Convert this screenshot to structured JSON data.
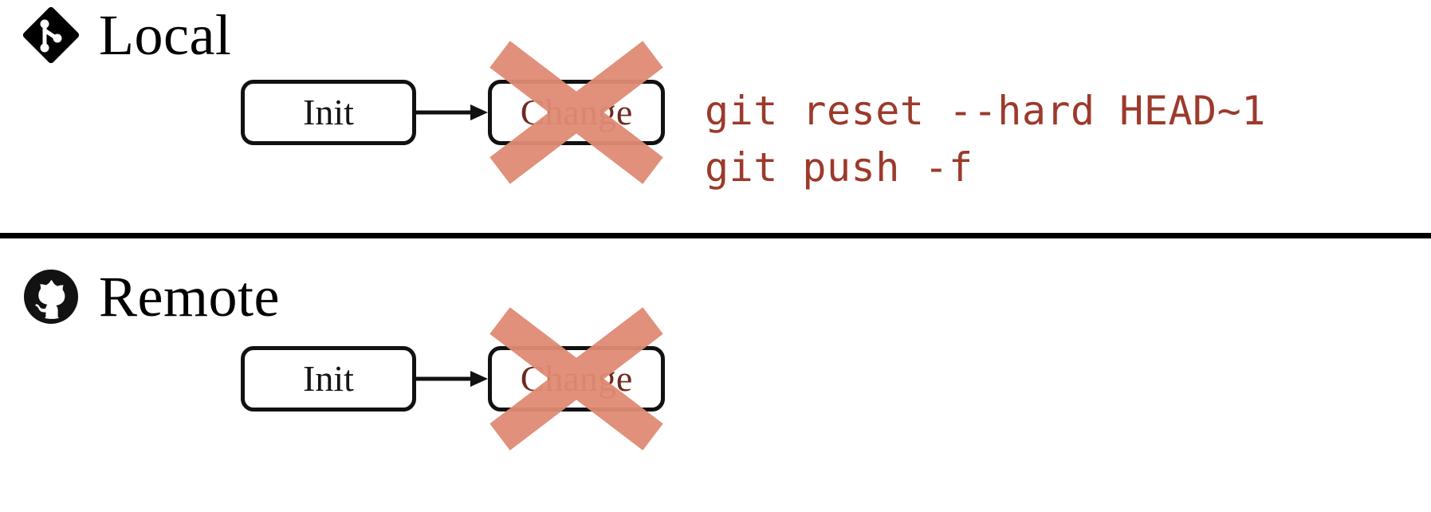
{
  "meta": {
    "background_color": "#ffffff",
    "accent_strike_color": "#E08B74",
    "command_text_color": "#9C3A2C",
    "outline_color": "#111111"
  },
  "sections": [
    {
      "id": "local",
      "title": "Local",
      "logo_icon": "git-logo-icon",
      "nodes": [
        {
          "label": "Init",
          "struck": false
        },
        {
          "label": "Change",
          "struck": true
        }
      ],
      "edges": [
        {
          "from": "Init",
          "to": "Change",
          "arrow": "right-arrow-icon"
        }
      ],
      "commands": [
        "git reset --hard HEAD~1",
        "git push -f"
      ]
    },
    {
      "id": "remote",
      "title": "Remote",
      "logo_icon": "github-octocat-icon",
      "nodes": [
        {
          "label": "Init",
          "struck": false
        },
        {
          "label": "Change",
          "struck": true
        }
      ],
      "edges": [
        {
          "from": "Init",
          "to": "Change",
          "arrow": "right-arrow-icon"
        }
      ],
      "commands": []
    }
  ],
  "divider": {
    "present": true,
    "color": "#000000"
  }
}
